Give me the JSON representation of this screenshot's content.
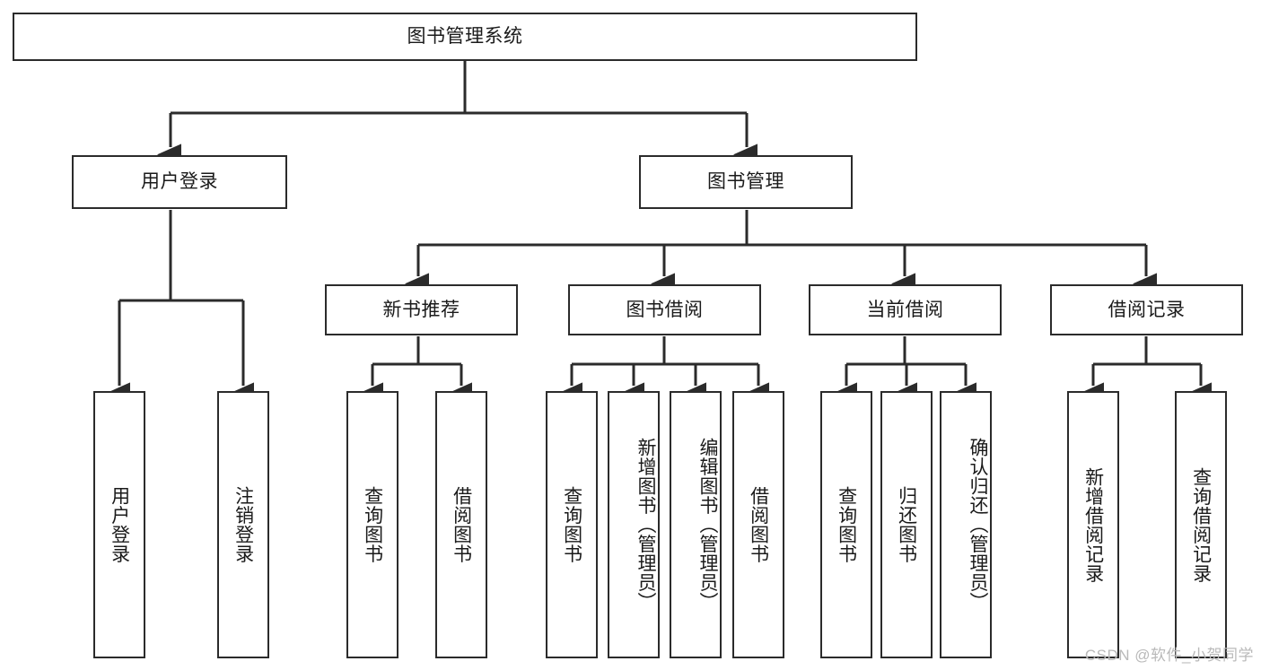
{
  "diagram": {
    "type": "tree-hierarchy-chart",
    "title": "图书管理系统",
    "stroke_color": "#2b2b2b",
    "fill_color": "#ffffff",
    "text_color": "#1a1a1a",
    "watermark": "CSDN @软件_小贺同学",
    "root": {
      "label": "图书管理系统"
    },
    "level1": [
      {
        "label": "用户登录"
      },
      {
        "label": "图书管理"
      }
    ],
    "level2": [
      {
        "label": "新书推荐"
      },
      {
        "label": "图书借阅"
      },
      {
        "label": "当前借阅"
      },
      {
        "label": "借阅记录"
      }
    ],
    "leaves": {
      "user_login": [
        {
          "label": "用户登录"
        },
        {
          "label": "注销登录"
        }
      ],
      "new_book_recommend": [
        {
          "label": "查询图书"
        },
        {
          "label": "借阅图书"
        }
      ],
      "book_borrow": [
        {
          "label": "查询图书"
        },
        {
          "label": "新增图书（管理员）"
        },
        {
          "label": "编辑图书（管理员）"
        },
        {
          "label": "借阅图书"
        }
      ],
      "current_borrow": [
        {
          "label": "查询图书"
        },
        {
          "label": "归还图书"
        },
        {
          "label": "确认归还（管理员）"
        }
      ],
      "borrow_records": [
        {
          "label": "新增借阅记录"
        },
        {
          "label": "查询借阅记录"
        }
      ]
    }
  }
}
